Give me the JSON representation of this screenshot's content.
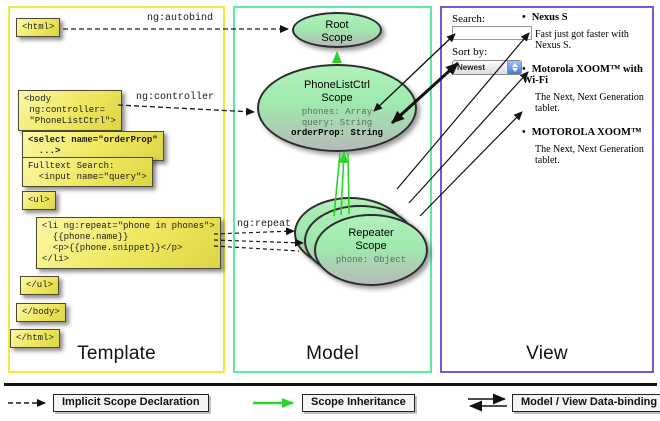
{
  "columns": {
    "template": {
      "label": "Template"
    },
    "model": {
      "label": "Model"
    },
    "view": {
      "label": "View"
    }
  },
  "template_boxes": {
    "html_open": "<html>",
    "body_open": "<body\n ng:controller=\n \"PhoneListCtrl\">",
    "select": "<select name=\"orderProp\"\n  ...>",
    "fulltext": "Fulltext Search:\n  <input name=\"query\">",
    "ul_open": "<ul>",
    "li_repeat": "<li ng:repeat=\"phone in phones\">\n  {{phone.name}}\n  <p>{{phone.snippet}}</p>\n</li>",
    "ul_close": "</ul>",
    "body_close": "</body>",
    "html_close": "</html>"
  },
  "annotations": {
    "autobind": "ng:autobind",
    "controller": "ng:controller",
    "repeat": "ng:repeat"
  },
  "model": {
    "root_scope": {
      "title": "Root\nScope"
    },
    "phonelist_scope": {
      "title": "PhoneListCtrl\nScope",
      "props": [
        "phones: Array",
        "query: String"
      ],
      "bold_prop": "orderProp: String"
    },
    "repeater_scope": {
      "title": "Repeater\nScope",
      "prop": "phone: Object"
    }
  },
  "view": {
    "search_label": "Search:",
    "search_value": "",
    "sort_label": "Sort by:",
    "sort_value": "Newest",
    "items": [
      {
        "title": "Nexus S",
        "desc": "Fast just got faster with Nexus S."
      },
      {
        "title": "Motorola XOOM™ with Wi-Fi",
        "desc": "The Next, Next Generation tablet."
      },
      {
        "title": "MOTOROLA XOOM™",
        "desc": "The Next, Next Generation tablet."
      }
    ]
  },
  "legend": {
    "implicit": "Implicit Scope Declaration",
    "inheritance": "Scope Inheritance",
    "binding": "Model / View Data-binding"
  },
  "colors": {
    "template_border": "#f2ea3a",
    "model_border": "#5ee9a4",
    "view_border": "#7258e0",
    "arrow_green": "#2bd42b",
    "code_box_bg": "#efe75e",
    "scope_fill": "#aff0b8"
  }
}
